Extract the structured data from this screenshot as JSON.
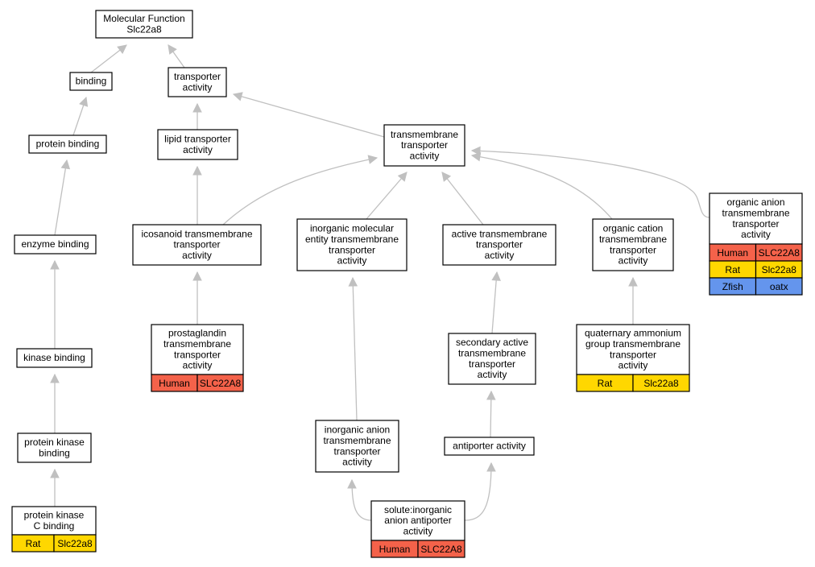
{
  "colors": {
    "human": "#f4624a",
    "rat": "#ffd700",
    "zfish": "#6495ed",
    "edge": "#c0c0c0"
  },
  "nodes": [
    {
      "id": "mf",
      "lines": [
        "Molecular Function",
        "Slc22a8"
      ]
    },
    {
      "id": "binding",
      "lines": [
        "binding"
      ]
    },
    {
      "id": "transporter",
      "lines": [
        "transporter",
        "activity"
      ]
    },
    {
      "id": "protein_binding",
      "lines": [
        "protein binding"
      ]
    },
    {
      "id": "lipid",
      "lines": [
        "lipid transporter",
        "activity"
      ]
    },
    {
      "id": "tmt",
      "lines": [
        "transmembrane",
        "transporter",
        "activity"
      ]
    },
    {
      "id": "enzyme",
      "lines": [
        "enzyme binding"
      ]
    },
    {
      "id": "icosanoid",
      "lines": [
        "icosanoid transmembrane",
        "transporter",
        "activity"
      ]
    },
    {
      "id": "inorganic_mol",
      "lines": [
        "inorganic molecular",
        "entity transmembrane",
        "transporter",
        "activity"
      ]
    },
    {
      "id": "active",
      "lines": [
        "active transmembrane",
        "transporter",
        "activity"
      ]
    },
    {
      "id": "org_cation",
      "lines": [
        "organic cation",
        "transmembrane",
        "transporter",
        "activity"
      ]
    },
    {
      "id": "org_anion",
      "lines": [
        "organic anion",
        "transmembrane",
        "transporter",
        "activity"
      ],
      "genes": [
        {
          "species": "Human",
          "gene": "SLC22A8"
        },
        {
          "species": "Rat",
          "gene": "Slc22a8"
        },
        {
          "species": "Zfish",
          "gene": "oatx"
        }
      ]
    },
    {
      "id": "kinase",
      "lines": [
        "kinase binding"
      ]
    },
    {
      "id": "prostaglandin",
      "lines": [
        "prostaglandin",
        "transmembrane",
        "transporter",
        "activity"
      ],
      "genes": [
        {
          "species": "Human",
          "gene": "SLC22A8"
        }
      ]
    },
    {
      "id": "secondary",
      "lines": [
        "secondary active",
        "transmembrane",
        "transporter",
        "activity"
      ]
    },
    {
      "id": "quaternary",
      "lines": [
        "quaternary ammonium",
        "group transmembrane",
        "transporter",
        "activity"
      ],
      "genes": [
        {
          "species": "Rat",
          "gene": "Slc22a8"
        }
      ]
    },
    {
      "id": "pkb",
      "lines": [
        "protein kinase",
        "binding"
      ]
    },
    {
      "id": "inorg_anion",
      "lines": [
        "inorganic anion",
        "transmembrane",
        "transporter",
        "activity"
      ]
    },
    {
      "id": "antiporter",
      "lines": [
        "antiporter activity"
      ]
    },
    {
      "id": "pkc",
      "lines": [
        "protein kinase",
        "C binding"
      ],
      "genes": [
        {
          "species": "Rat",
          "gene": "Slc22a8"
        }
      ]
    },
    {
      "id": "solute",
      "lines": [
        "solute:inorganic",
        "anion antiporter",
        "activity"
      ],
      "genes": [
        {
          "species": "Human",
          "gene": "SLC22A8"
        }
      ]
    }
  ],
  "edges": [
    {
      "from": "binding",
      "to": "mf"
    },
    {
      "from": "transporter",
      "to": "mf"
    },
    {
      "from": "protein_binding",
      "to": "binding"
    },
    {
      "from": "lipid",
      "to": "transporter"
    },
    {
      "from": "tmt",
      "to": "transporter"
    },
    {
      "from": "enzyme",
      "to": "protein_binding"
    },
    {
      "from": "icosanoid",
      "to": "lipid"
    },
    {
      "from": "icosanoid",
      "to": "tmt"
    },
    {
      "from": "inorganic_mol",
      "to": "tmt"
    },
    {
      "from": "active",
      "to": "tmt"
    },
    {
      "from": "org_cation",
      "to": "tmt"
    },
    {
      "from": "org_anion",
      "to": "tmt"
    },
    {
      "from": "kinase",
      "to": "enzyme"
    },
    {
      "from": "prostaglandin",
      "to": "icosanoid"
    },
    {
      "from": "inorg_anion",
      "to": "inorganic_mol"
    },
    {
      "from": "secondary",
      "to": "active"
    },
    {
      "from": "quaternary",
      "to": "org_cation"
    },
    {
      "from": "pkb",
      "to": "kinase"
    },
    {
      "from": "antiporter",
      "to": "secondary"
    },
    {
      "from": "pkc",
      "to": "pkb"
    },
    {
      "from": "solute",
      "to": "inorg_anion"
    },
    {
      "from": "solute",
      "to": "antiporter"
    }
  ]
}
